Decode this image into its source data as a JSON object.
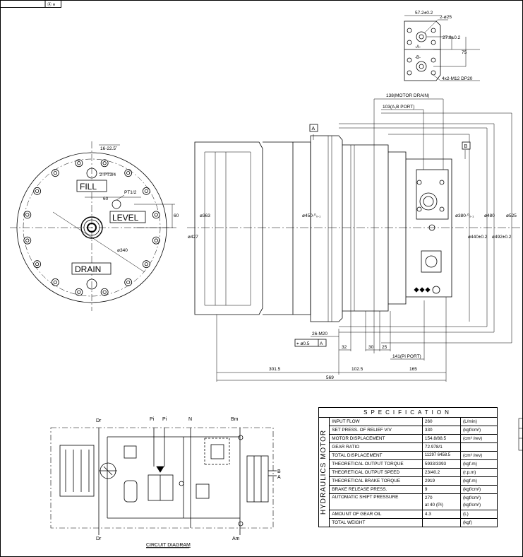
{
  "title_block": {
    "mark": "Ⓐ ≡"
  },
  "port_detail": {
    "dim_width": "57.2±0.2",
    "holes": "2-ø25",
    "dim_offset": "27.8±0.2",
    "dim_height": "75",
    "label_a": "-A-",
    "label_b": "-B-",
    "thread": "4x2-M12 DP20"
  },
  "end_view": {
    "pcd_note": "16-22.5˚",
    "fill_port": "2-PT3/4",
    "fill_label": "FILL",
    "level_port": "PT1/2",
    "level_dim": "60",
    "level_label": "LEVEL",
    "level_dim_side": "60",
    "pitch_diameter": "ø340",
    "drain_label": "DRAIN"
  },
  "side_view": {
    "motor_drain": "138(MOTOR DRAIN)",
    "ab_port": "103(A,B PORT)",
    "datum_a": "A",
    "datum_b": "B",
    "d363": "ø363",
    "d427": "ø427",
    "d450": "ø450-⁰₀.₁",
    "d380": "ø380-⁰₀.₁",
    "d440": "ø440±0.2",
    "d480": "ø480",
    "d492": "ø492±0.2",
    "d525": "ø525",
    "bolts": "26-M20",
    "position_tol": "⌖ ø0.5",
    "position_datum": "A",
    "dim_32": "32",
    "dim_30": "30",
    "dim_25": "25",
    "pi_port": "141(Pi PORT)",
    "dim_301": "301.5",
    "dim_102": "102.5",
    "dim_165": "165",
    "dim_569": "569"
  },
  "circuit": {
    "dr_top": "Dr",
    "pi1": "Pi",
    "pi2": "Pi",
    "n": "N",
    "bm": "Bm",
    "port_b": "B",
    "port_a": "A",
    "dr_bottom": "Dr",
    "am": "Am",
    "caption": "CIRCUIT DIAGRAM"
  },
  "specification": {
    "heading": "SPECIFICATION",
    "side_label": "HYDRAULICS MOTOR",
    "rows": [
      {
        "item": "INPUT FLOW",
        "value": "260",
        "unit": "(L/min)"
      },
      {
        "item": "SET PRESS. OF RELIEF V/V",
        "value": "330",
        "unit": "(kgf/cm²)"
      },
      {
        "item": "MOTOR DISPLACEMENT",
        "value": "154.8/88.5",
        "unit": "(cm³ /rev)"
      },
      {
        "item": "GEAR RATIO",
        "value": "72.978/1",
        "unit": ""
      },
      {
        "item": "TOTAL DISPLACEMENT",
        "value": "11297 6458.5",
        "unit": "(cm³ /rev)"
      },
      {
        "item": "THEORETICAL OUTPUT TORQUE",
        "value": "5933/3393",
        "unit": "(kgf.m)"
      },
      {
        "item": "THEORETICAL OUTPUT SPEED",
        "value": "23/40.2",
        "unit": "(r.p.m)"
      },
      {
        "item": "THEORETICAL BRAKE TORQUE",
        "value": "2919",
        "unit": "(kgf.m)"
      },
      {
        "item": "BRAKE RELEASE PRESS.",
        "value": "9",
        "unit": "(kgf/cm²)"
      }
    ],
    "shift": {
      "item": "AUTOMATIC SHIFT PRESSURE",
      "value1": "270",
      "unit1": "(kgf/cm²)",
      "value2": "at 40 (Pi)",
      "unit2": "(kgf/cm²)"
    },
    "rows_after": [
      {
        "item": "AMOUNT OF GEAR OIL",
        "value": "4.3",
        "unit": "(L)"
      },
      {
        "item": "TOTAL WEIGHT",
        "value": "",
        "unit": "(kgf)"
      }
    ]
  }
}
